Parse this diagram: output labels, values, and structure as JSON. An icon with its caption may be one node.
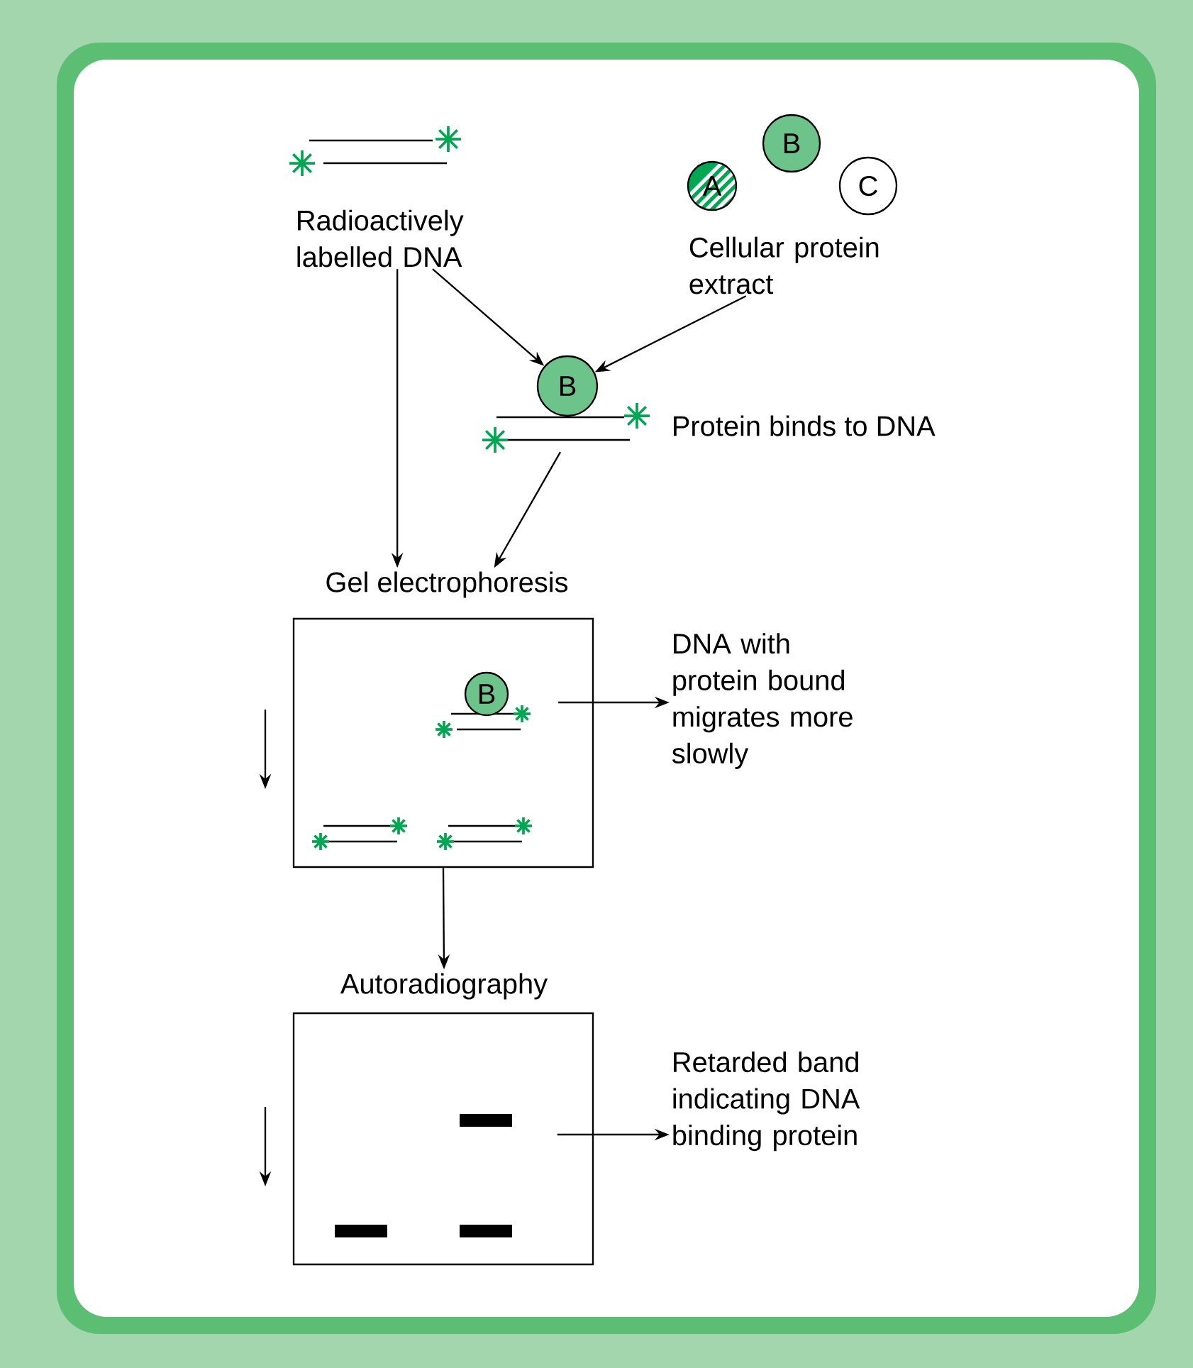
{
  "diagram": {
    "nodes": [
      {
        "text": [
          "Radioactively labelled DNA"
        ]
      },
      {
        "text": [
          "A"
        ]
      },
      {
        "text": [
          "B"
        ]
      },
      {
        "text": [
          "C"
        ]
      },
      {
        "text": [
          "Cellular protein extract"
        ]
      },
      {
        "text": [
          "B"
        ],
        "beside": [
          "Protein binds to DNA"
        ]
      },
      {
        "text": [
          "Gel electrophoresis"
        ]
      },
      {
        "text": [
          "B"
        ],
        "in": 6
      },
      {
        "text": [
          "DNA with protein bound migrates more slowly"
        ]
      },
      {
        "text": [
          "Autoradiography"
        ]
      },
      {
        "text": [],
        "shape": "bar",
        "in": 9
      },
      {
        "text": [],
        "shape": "bar",
        "in": 9
      },
      {
        "text": [],
        "shape": "bar",
        "in": 9
      },
      {
        "text": [
          "Retarded band indicating DNA binding protein"
        ]
      }
    ],
    "edges": [
      {
        "from": 0,
        "to": 6,
        "arrow": "to"
      },
      {
        "from": 0,
        "to": 5,
        "arrow": "to"
      },
      {
        "from": 4,
        "to": 5,
        "arrow": "to"
      },
      {
        "from": 5,
        "to": 6,
        "arrow": "to"
      },
      {
        "from": 7,
        "to": 8,
        "arrow": "to"
      },
      {
        "from": 6,
        "to": 9,
        "arrow": "to"
      },
      {
        "from": 11,
        "to": 13,
        "arrow": "to"
      }
    ]
  }
}
